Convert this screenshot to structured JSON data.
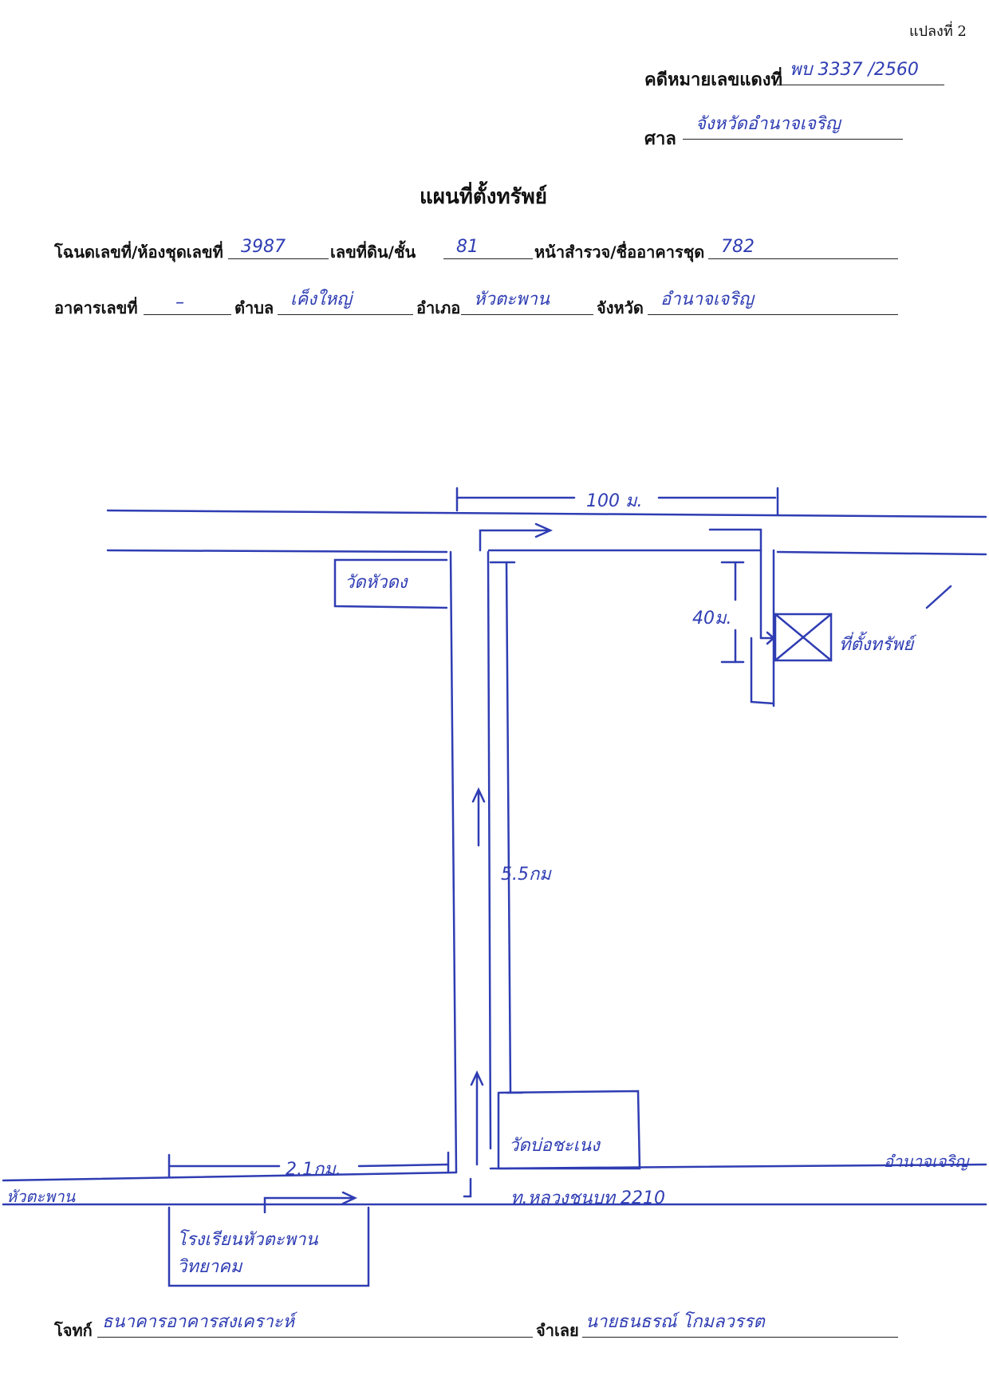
{
  "page_label": "แปลงที่ 2",
  "header": {
    "case_label": "คดีหมายเลขแดงที่",
    "case_value": "พบ 3337 /2560",
    "court_label": "ศาล",
    "court_value": "จังหวัดอำนาจเจริญ"
  },
  "title": "แผนที่ตั้งทรัพย์",
  "form": {
    "deed_label": "โฉนดเลขที่/ห้องชุดเลขที่",
    "deed_value": "3987",
    "land_no_label": "เลขที่ดิน/ชั้น",
    "land_no_value": "81",
    "survey_label": "หน้าสำรวจ/ชื่ออาคารชุด",
    "survey_value": "782",
    "building_label": "อาคารเลขที่",
    "building_value": "–",
    "subdistrict_label": "ตำบล",
    "subdistrict_value": "เค็งใหญ่",
    "district_label": "อำเภอ",
    "district_value": "หัวตะพาน",
    "province_label": "จังหวัด",
    "province_value": "อำนาจเจริญ"
  },
  "map": {
    "dist_top": "100 ม.",
    "wat_hua_dong": "วัดหัวดง",
    "dist_40": "40ม.",
    "property_label": "ที่ตั้งทรัพย์",
    "dist_55": "5.5กม",
    "wat_bo": "วัดบ่อชะเนง",
    "dist_21": "2.1กม.",
    "road_left": "หัวตะพาน",
    "road_name": "ท.หลวงชนบท 2210",
    "road_right": "อำนาจเจริญ",
    "school": [
      "โรงเรียนหัวตะพาน",
      "วิทยาคม"
    ]
  },
  "footer": {
    "plaintiff_label": "โจทก์",
    "plaintiff_value": "ธนาคารอาคารสงเคราะห์",
    "defendant_label": "จำเลย",
    "defendant_value": "นายธนธรณ์  โกมลวรรต"
  },
  "colors": {
    "ink": "#2f3db3",
    "print": "#111111"
  }
}
